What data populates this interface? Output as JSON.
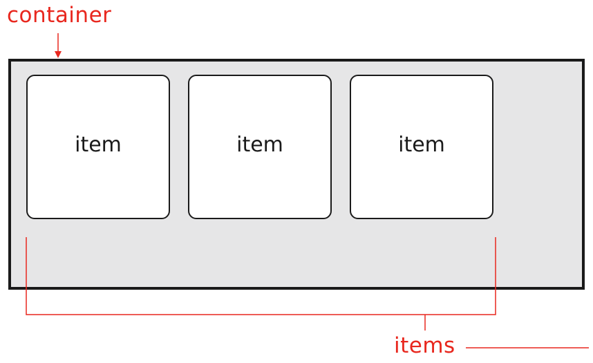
{
  "container_label": "container",
  "items_label": "items",
  "items": [
    {
      "label": "item"
    },
    {
      "label": "item"
    },
    {
      "label": "item"
    }
  ],
  "colors": {
    "annotation": "#e8271e",
    "container_fill": "#e6e6e7",
    "border": "#1a1a1a",
    "item_fill": "#ffffff"
  }
}
